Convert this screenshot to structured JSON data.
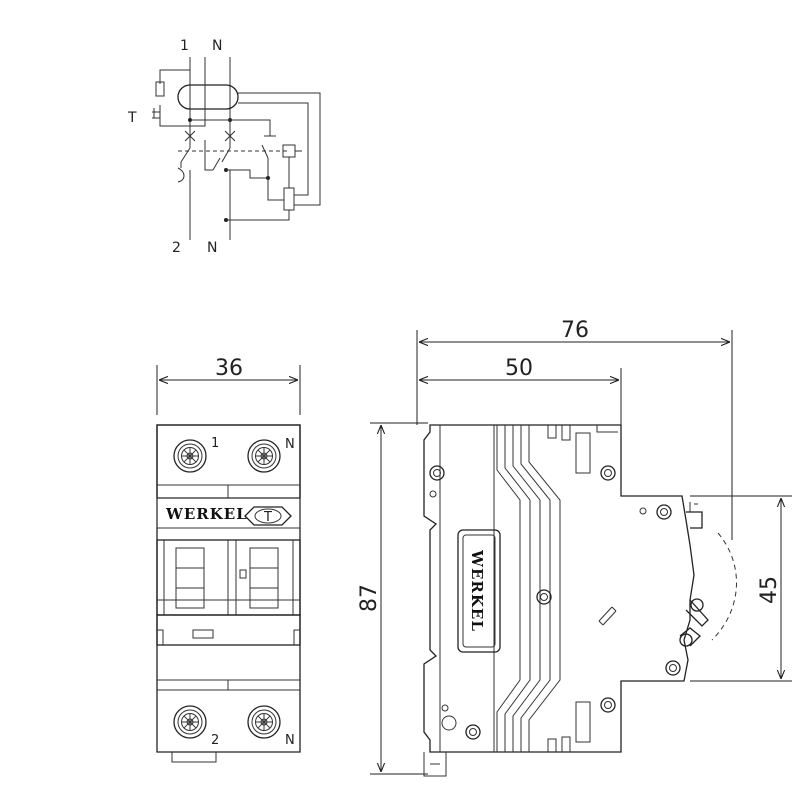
{
  "schematic": {
    "top_labels": [
      "1",
      "N"
    ],
    "bottom_labels": [
      "2",
      "N"
    ],
    "test_label": "T"
  },
  "front_view": {
    "brand": "WERKEL",
    "test_button": "T",
    "terminal_top": [
      "1",
      "N"
    ],
    "terminal_bottom": [
      "2",
      "N"
    ],
    "width_dimension": "36"
  },
  "side_view": {
    "brand": "WERKEL",
    "overall_depth": "76",
    "front_depth": "50",
    "height": "87",
    "rail_height": "45"
  }
}
